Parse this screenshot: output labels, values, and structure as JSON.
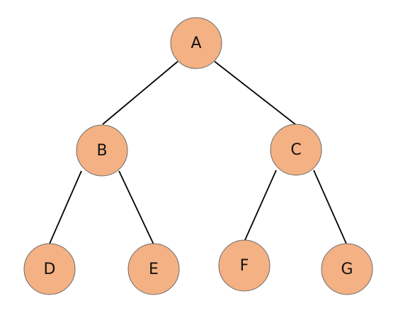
{
  "tree": {
    "colors": {
      "node_fill": "#f4b183",
      "node_stroke": "#6b6b6b",
      "edge": "#000000"
    },
    "nodes": [
      {
        "id": "A",
        "label": "A"
      },
      {
        "id": "B",
        "label": "B"
      },
      {
        "id": "C",
        "label": "C"
      },
      {
        "id": "D",
        "label": "D"
      },
      {
        "id": "E",
        "label": "E"
      },
      {
        "id": "F",
        "label": "F"
      },
      {
        "id": "G",
        "label": "G"
      }
    ],
    "edges": [
      {
        "from": "A",
        "to": "B"
      },
      {
        "from": "A",
        "to": "C"
      },
      {
        "from": "B",
        "to": "D"
      },
      {
        "from": "B",
        "to": "E"
      },
      {
        "from": "C",
        "to": "F"
      },
      {
        "from": "C",
        "to": "G"
      }
    ]
  }
}
